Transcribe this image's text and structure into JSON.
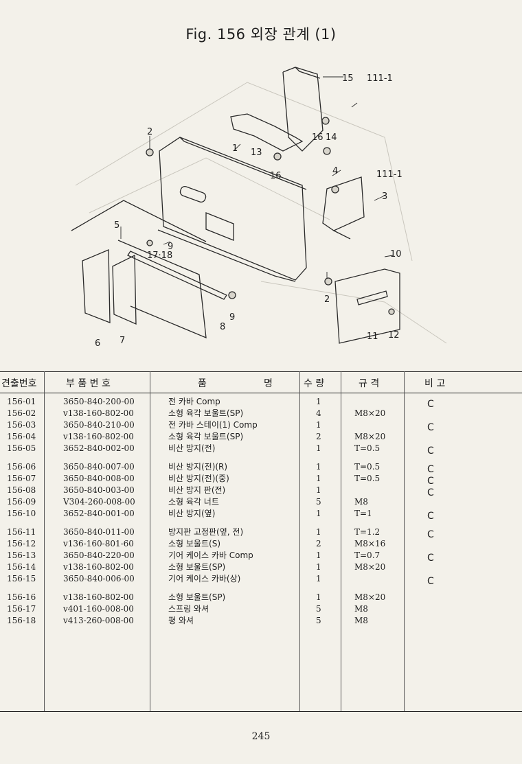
{
  "figure": {
    "title": "Fig. 156  외장 관계 (1)",
    "callouts": [
      "1",
      "2",
      "2",
      "3",
      "4",
      "5",
      "6",
      "7",
      "8",
      "9",
      "9",
      "10",
      "11",
      "12",
      "13",
      "14",
      "15",
      "16",
      "16",
      "17·18",
      "111-1",
      "111-1"
    ]
  },
  "table": {
    "headers": {
      "no": "견출번호",
      "part": "부 품 번 호",
      "name_a": "품",
      "name_b": "명",
      "qty": "수 량",
      "spec": "규 격",
      "remark": "비 고"
    },
    "rows": [
      {
        "no": "156-01",
        "part": "3650-840-200-00",
        "name": "전 카바 Comp",
        "qty": "1",
        "spec": "",
        "remark": "C"
      },
      {
        "no": "156-02",
        "part": "v138-160-802-00",
        "name": "소형 육각 보울트(SP)",
        "qty": "4",
        "spec": "M8×20",
        "remark": ""
      },
      {
        "no": "156-03",
        "part": "3650-840-210-00",
        "name": "전 카바 스테이(1) Comp",
        "qty": "1",
        "spec": "",
        "remark": "C"
      },
      {
        "no": "156-04",
        "part": "v138-160-802-00",
        "name": "소형 육각 보울트(SP)",
        "qty": "2",
        "spec": "M8×20",
        "remark": ""
      },
      {
        "no": "156-05",
        "part": "3652-840-002-00",
        "name": "비산 방지(전)",
        "qty": "1",
        "spec": "T=0.5",
        "remark": "C"
      },
      {
        "no": "156-06",
        "part": "3650-840-007-00",
        "name": "비산 방지(전)(R)",
        "qty": "1",
        "spec": "T=0.5",
        "remark": "C"
      },
      {
        "no": "156-07",
        "part": "3650-840-008-00",
        "name": "비산 방지(전)(중)",
        "qty": "1",
        "spec": "T=0.5",
        "remark": "C"
      },
      {
        "no": "156-08",
        "part": "3650-840-003-00",
        "name": "비산 방지 판(전)",
        "qty": "1",
        "spec": "",
        "remark": "C"
      },
      {
        "no": "156-09",
        "part": "V304-260-008-00",
        "name": "소형 육각 너트",
        "qty": "5",
        "spec": "M8",
        "remark": ""
      },
      {
        "no": "156-10",
        "part": "3652-840-001-00",
        "name": "비산 방지(옆)",
        "qty": "1",
        "spec": "T=1",
        "remark": "C"
      },
      {
        "no": "156-11",
        "part": "3650-840-011-00",
        "name": "방지판 고정판(옆, 전)",
        "qty": "1",
        "spec": "T=1.2",
        "remark": "C"
      },
      {
        "no": "156-12",
        "part": "v136-160-801-60",
        "name": "소형 보울트(S)",
        "qty": "2",
        "spec": "M8×16",
        "remark": ""
      },
      {
        "no": "156-13",
        "part": "3650-840-220-00",
        "name": "기어 케이스 카바 Comp",
        "qty": "1",
        "spec": "T=0.7",
        "remark": "C"
      },
      {
        "no": "156-14",
        "part": "v138-160-802-00",
        "name": "소형 보울트(SP)",
        "qty": "1",
        "spec": "M8×20",
        "remark": ""
      },
      {
        "no": "156-15",
        "part": "3650-840-006-00",
        "name": "기어 케이스 카바(상)",
        "qty": "1",
        "spec": "",
        "remark": "C"
      },
      {
        "no": "156-16",
        "part": "v138-160-802-00",
        "name": "소형 보울트(SP)",
        "qty": "1",
        "spec": "M8×20",
        "remark": ""
      },
      {
        "no": "156-17",
        "part": "v401-160-008-00",
        "name": "스프링 와셔",
        "qty": "5",
        "spec": "M8",
        "remark": ""
      },
      {
        "no": "156-18",
        "part": "v413-260-008-00",
        "name": "평 와셔",
        "qty": "5",
        "spec": "M8",
        "remark": ""
      }
    ]
  },
  "page_number": "245"
}
